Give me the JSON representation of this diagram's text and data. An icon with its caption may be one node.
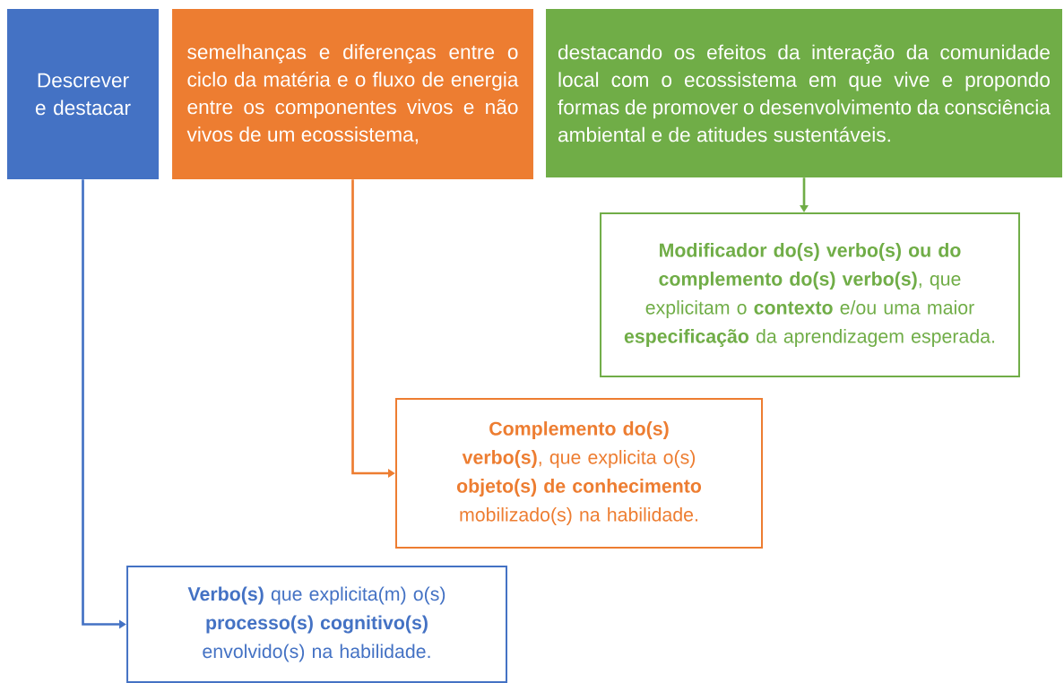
{
  "diagram": {
    "nodes": [
      {
        "text": [
          "Descrever e destacar"
        ]
      },
      {
        "text": [
          "semelhanças e diferenças entre o ciclo da matéria e o fluxo de energia entre os componentes vivos e não vivos de um ecossistema,"
        ]
      },
      {
        "text": [
          "destacando os efeitos da interação da comunidade local com o ecossistema em que vive e propondo formas de promover o desenvolvimento da consciência ambiental e de atitudes sustentáveis."
        ]
      },
      {
        "text": [
          "**Modificador do(s) verbo(s) ou do complemento do(s) verbo(s)**, que explicitam o **contexto** e/ou uma maior **especificação** da aprendizagem esperada."
        ]
      },
      {
        "text": [
          "**Complemento do(s) verbo(s)**, que explicita o(s) **objeto(s) de conhecimento** mobilizado(s) na habilidade."
        ]
      },
      {
        "text": [
          "**Verbo(s)** que explicita(m) o(s) **processo(s) cognitivo(s)** envolvido(s) na habilidade."
        ]
      }
    ],
    "edges": [
      {
        "from": 0,
        "to": 5,
        "arrow": "to",
        "color": "#4472c4"
      },
      {
        "from": 1,
        "to": 4,
        "arrow": "to",
        "color": "#ed7d31"
      },
      {
        "from": 2,
        "to": 3,
        "arrow": "to",
        "color": "#70ad47"
      }
    ]
  }
}
